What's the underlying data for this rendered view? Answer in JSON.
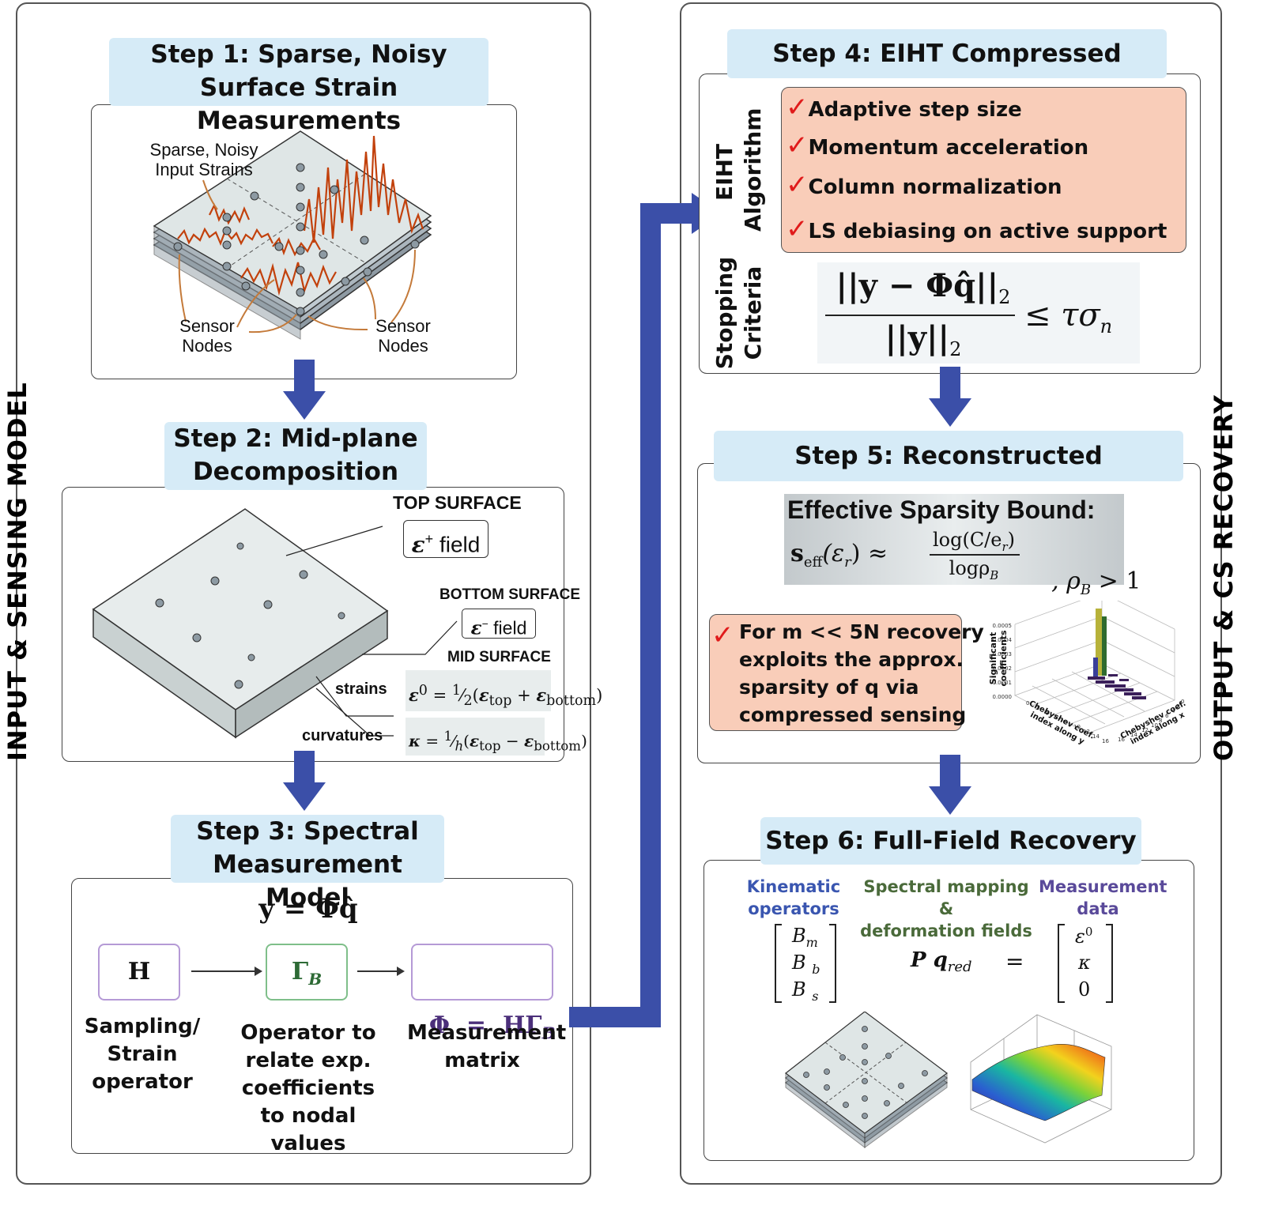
{
  "side_labels": {
    "left": "INPUT & SENSING MODEL",
    "right": "OUTPUT & CS RECOVERY"
  },
  "step1": {
    "title_line1": "Step 1: Sparse, Noisy",
    "title_line2": "Surface Strain Measurements",
    "annot_input_line1": "Sparse, Noisy",
    "annot_input_line2": "Input Strains",
    "annot_sensor_left_line1": "Sensor",
    "annot_sensor_left_line2": "Nodes",
    "annot_sensor_right_line1": "Sensor",
    "annot_sensor_right_line2": "Nodes"
  },
  "step2": {
    "title_line1": "Step 2: Mid-plane",
    "title_line2": "Decomposition",
    "top_surface": "TOP SURFACE",
    "top_field": "field",
    "bottom_surface": "BOTTOM SURFACE",
    "bottom_field": "field",
    "mid_surface": "MID SURFACE",
    "strains_label": "strains",
    "curvatures_label": "curvatures"
  },
  "step3": {
    "title_line1": "Step 3: Spectral",
    "title_line2": "Measurement Model",
    "equation": "y = Φq̂",
    "op_H": "H",
    "op_Gamma": "Γ",
    "op_Gamma_sub": "B",
    "op_Phi": "Φ  =  HΓ",
    "op_Phi_sub": "B",
    "caption_H_line1": "Sampling/",
    "caption_H_line2": "Strain",
    "caption_H_line3": "operator",
    "caption_G_line1": "Operator to",
    "caption_G_line2": "relate exp.",
    "caption_G_line3": "coefficients",
    "caption_G_line4": "to nodal values",
    "caption_P_line1": "Measurement",
    "caption_P_line2": "matrix"
  },
  "step4": {
    "title": "Step 4: EIHT Compressed Sensing",
    "vlabel_algo_line1": "EIHT",
    "vlabel_algo_line2": "Algorithm",
    "vlabel_stop_line1": "Stopping",
    "vlabel_stop_line2": "Criteria",
    "bullets": [
      "Adaptive step size",
      "Momentum acceleration",
      "Column normalization",
      "LS debiasing on active support"
    ],
    "stop_numerator": "||y − Φq̂||",
    "stop_num_sub": "2",
    "stop_denominator": "||y||",
    "stop_den_sub": "2",
    "stop_rhs": "≤ τσ",
    "stop_rhs_sub": "n"
  },
  "step5": {
    "title": "Step 5: Reconstructed Coefficients",
    "bound_title": "Effective Sparsity Bound:",
    "bound_lhs": "s",
    "bound_lhs_sub": "eff",
    "bound_lhs_arg": "(ε",
    "bound_lhs_arg_sub": "r",
    "bound_lhs_close": ") ≈",
    "bound_num": "log(C/e",
    "bound_num_sub": "r",
    "bound_num_close": ")",
    "bound_den": "logρ",
    "bound_den_sub": "B",
    "bound_rhs": ", ρ",
    "bound_rhs_sub": "B",
    "bound_rhs_end": " > 1",
    "note_line1": "For m << 5N recovery",
    "note_line2": "exploits the approx.",
    "note_line3": "sparsity of q via",
    "note_line4": "compressed sensing",
    "plot_zlabel_line1": "Significant",
    "plot_zlabel_line2": "coefficients",
    "plot_z_ticks": [
      "0.0005",
      "0.0004",
      "0.0003",
      "0.0002",
      "0.0001",
      "0.0000"
    ],
    "plot_xlabel_line1": "Chebyshev coef.",
    "plot_xlabel_line2": "index along y",
    "plot_ylabel_line1": "Chebyshev coef.",
    "plot_ylabel_line2": "index along x"
  },
  "step6": {
    "title": "Step 6: Full-Field Recovery",
    "col1_line1": "Kinematic",
    "col1_line2": "operators",
    "col2_line1": "Spectral mapping &",
    "col2_line2": "deformation fields",
    "col3_line1": "Measurement",
    "col3_line2": "data",
    "B_m": "B",
    "B_m_sub": "m",
    "B_b": "B",
    "B_b_sub": "b",
    "B_s": "B",
    "B_s_sub": "s",
    "Pq": "P q",
    "Pq_sub": "red",
    "equals": "=",
    "eps0": "ε",
    "eps0_sup": "0",
    "kappa": "κ",
    "zero": "0"
  },
  "colors": {
    "title_bg": "#d6ebf7",
    "arrow": "#3b4fa8",
    "peach": "#f9cdb9",
    "check": "#e01b1b",
    "kinematic": "#3a56b0",
    "spectral": "#4a6a3a",
    "measurement": "#5a4a9a",
    "noise": "#c2410c"
  }
}
